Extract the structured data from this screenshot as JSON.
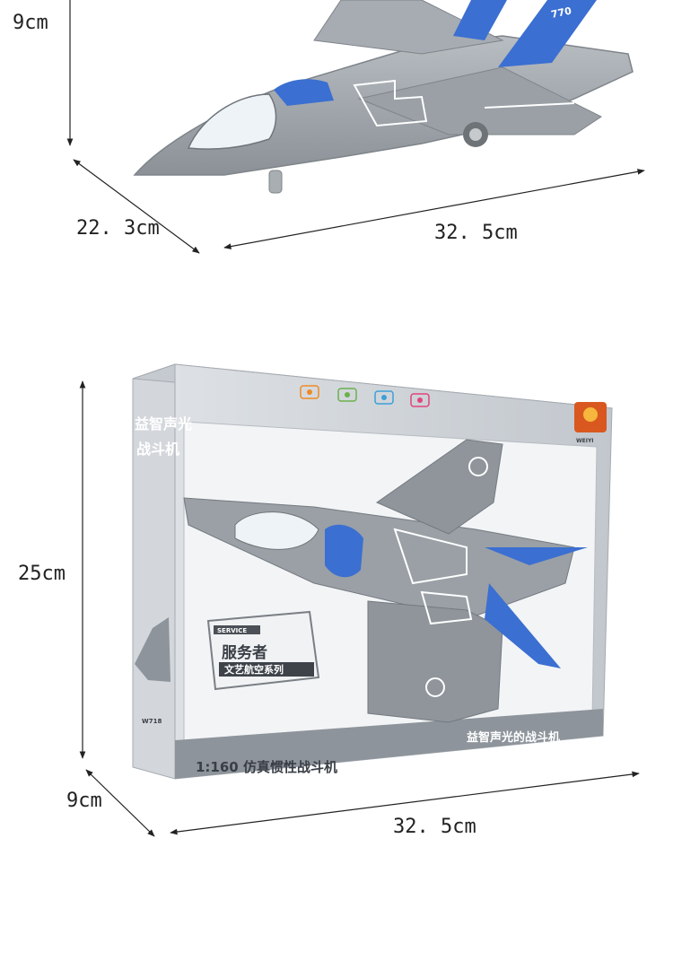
{
  "top_dimensions": {
    "height": "9cm",
    "depth": "22. 3cm",
    "length": "32. 5cm"
  },
  "box_dimensions": {
    "height": "25cm",
    "depth": "9cm",
    "length": "32. 5cm"
  },
  "package": {
    "side_title_line1": "益智声光",
    "side_title_line2": "战斗机",
    "feature_icons": [
      {
        "name": "light-icon",
        "color": "#f08a24"
      },
      {
        "name": "sound-icon",
        "color": "#6ab04c"
      },
      {
        "name": "inertia-icon",
        "color": "#3aa0d8"
      },
      {
        "name": "hand-icon",
        "color": "#e0457b"
      }
    ],
    "brand": "WEIYI",
    "service_badge_top": "SERVICE",
    "service_badge_main": "服务者",
    "service_badge_sub": "文艺航空系列",
    "bottom_left_label": "1:160 仿真惯性战斗机",
    "bottom_right_label": "益智声光的战斗机",
    "model_code": "W718",
    "tail_number": "770"
  },
  "colors": {
    "jet_gray": "#9aa0a6",
    "jet_blue": "#3b6fd1",
    "box_gray": "#c9ced4",
    "box_dark": "#8e949b"
  }
}
